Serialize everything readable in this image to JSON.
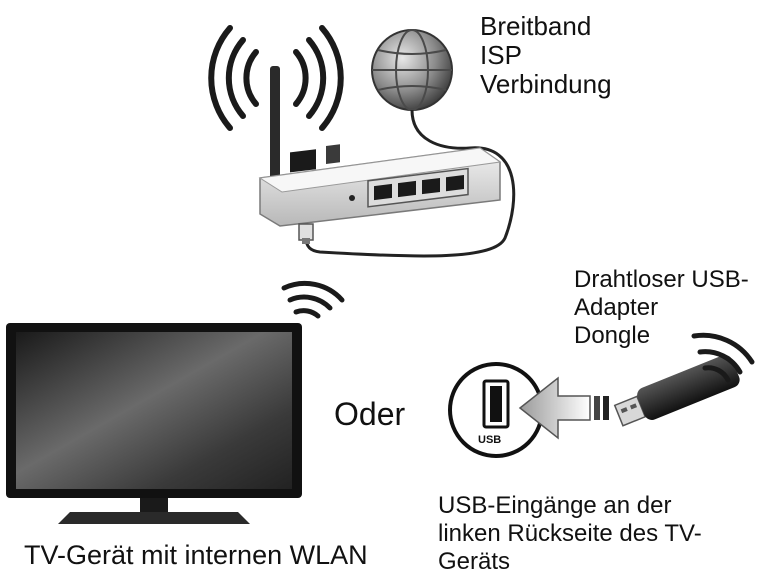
{
  "isp_label": {
    "line1": "Breitband",
    "line2": "ISP",
    "line3": "Verbindung"
  },
  "dongle_label": {
    "line1": "Drahtloser USB-",
    "line2": "Adapter",
    "line3": "Dongle"
  },
  "or_label": "Oder",
  "usb_port_text": "USB",
  "usb_ports_label": {
    "line1": "USB-Eingänge an der",
    "line2": "linken Rückseite des TV-",
    "line3": "Geräts"
  },
  "tv_label": "TV-Gerät mit internen WLAN",
  "icons": {
    "router": "router-icon",
    "globe": "globe-icon",
    "tv": "tv-icon",
    "dongle": "usb-dongle-icon",
    "usb_port": "usb-port-icon",
    "arrow": "arrow-left-icon",
    "wifi": "wifi-signal-icon"
  }
}
